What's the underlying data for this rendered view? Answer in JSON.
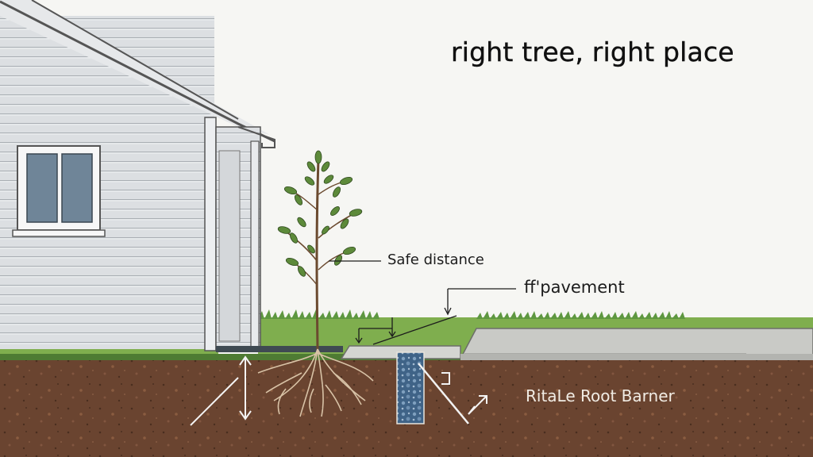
{
  "title": "right tree, right place",
  "labels": {
    "safe_distance": "Safe distance",
    "pavement": "ff'pavement",
    "root_barrier": "RitaLe Root Barner"
  },
  "colors": {
    "sky": "#f6f6f3",
    "siding": "#d9dcdf",
    "window_glass": "#6f8598",
    "grass": "#7fae4e",
    "soil": "#6a4430",
    "pavement": "#c9cac6",
    "barrier": "#3f5f7f",
    "leaf": "#5d8a3a"
  },
  "icons": [
    "house-icon",
    "tree-icon",
    "root-barrier-icon",
    "arrow-icon"
  ]
}
